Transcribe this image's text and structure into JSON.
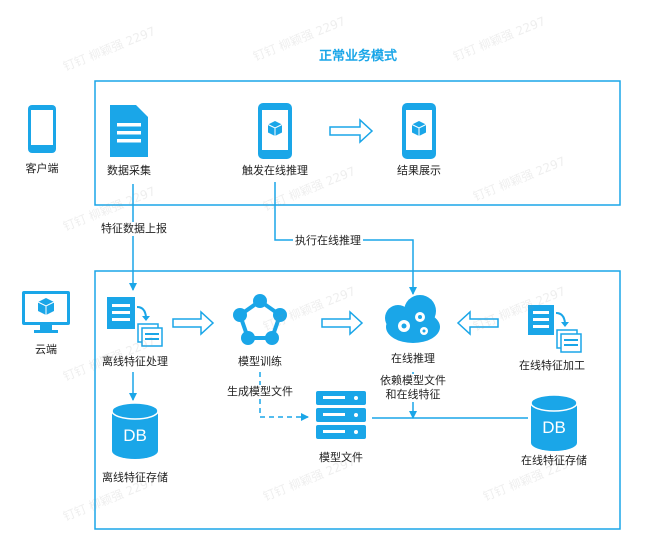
{
  "title": "正常业务模式",
  "colors": {
    "primary": "#1aa6e8",
    "outline": "#1aa6e8",
    "text": "#222222"
  },
  "client": {
    "label": "客户端",
    "data_collect": "数据采集",
    "trigger_inference": "触发在线推理",
    "result_display": "结果展示"
  },
  "cloud": {
    "label": "云端",
    "offline_processing": "离线特征处理",
    "model_training": "模型训练",
    "online_inference": "在线推理",
    "online_feature_processing": "在线特征加工",
    "offline_storage": "离线特征存储",
    "model_file": "模型文件",
    "online_storage": "在线特征存储",
    "db_label_left": "DB",
    "db_label_right": "DB"
  },
  "edges": {
    "feature_upload": "特征数据上报",
    "execute_inference": "执行在线推理",
    "generate_model": "生成模型文件",
    "depends_line1": "依赖模型文件",
    "depends_line2": "和在线特征"
  },
  "watermark": "钉钉 柳颖强 2297"
}
